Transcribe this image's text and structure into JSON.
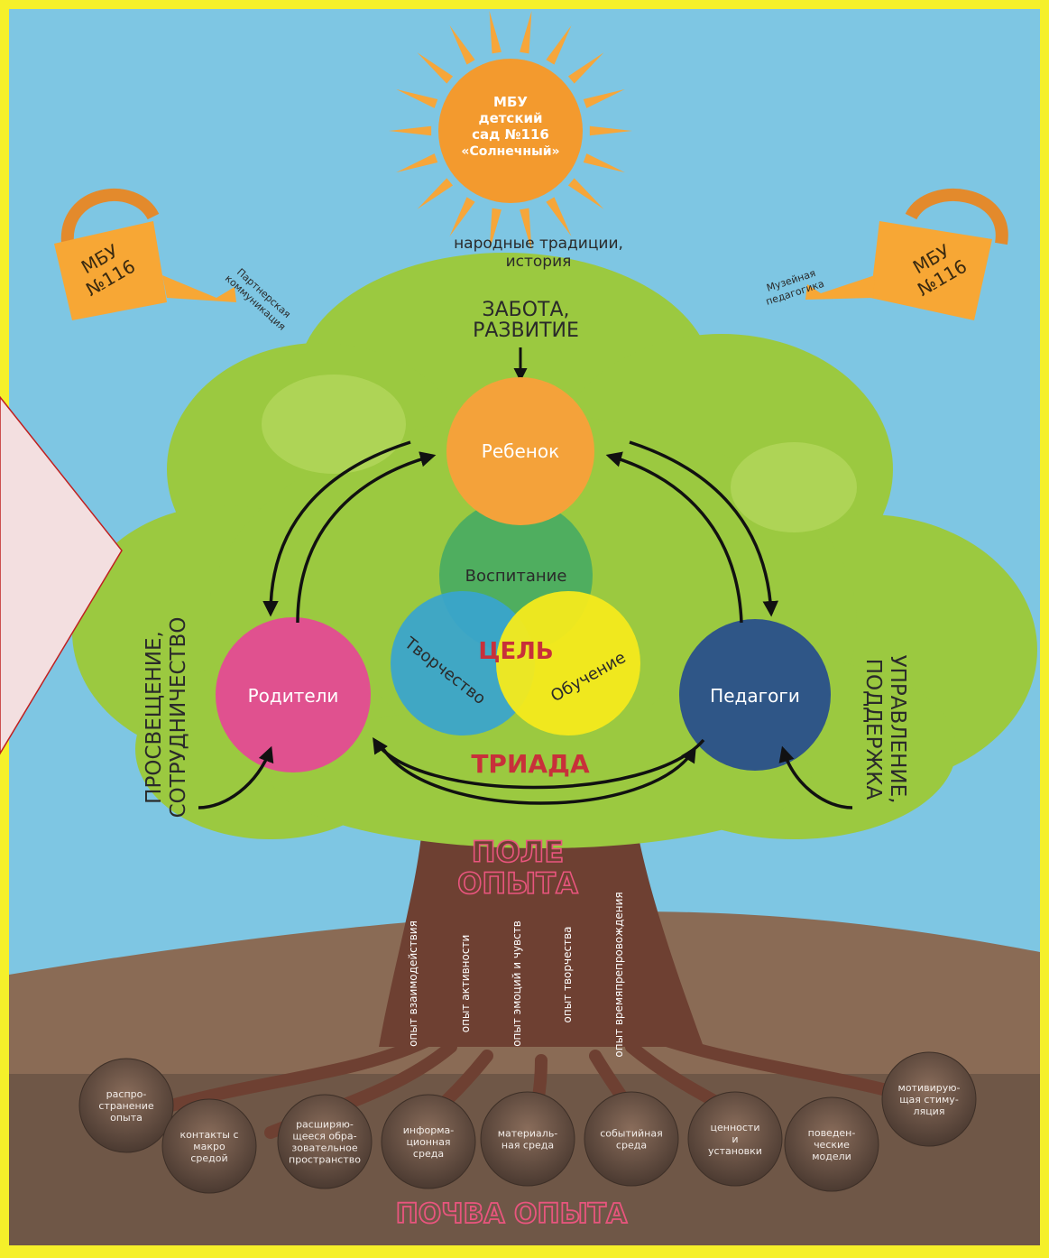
{
  "sun": {
    "lines": [
      "МБУ",
      "детский",
      "сад №116",
      "«Солнечный»"
    ],
    "caption_lines": [
      "народные традиции,",
      "история"
    ]
  },
  "can_left": {
    "label_lines": [
      "МБУ",
      "№116"
    ],
    "side_lines": [
      "Партнерская",
      "коммуникация"
    ]
  },
  "can_right": {
    "label_lines": [
      "МБУ",
      "№116"
    ],
    "side_lines": [
      "Музейная",
      "педагогика"
    ]
  },
  "top_label_lines": [
    "ЗАБОТА,",
    "РАЗВИТИЕ"
  ],
  "nodes": {
    "child": "Ребенок",
    "parents": "Родители",
    "teachers": "Педагоги"
  },
  "venn": {
    "upbringing": "Воспитание",
    "creativity": "Творчество",
    "learning": "Обучение",
    "goal": "ЦЕЛЬ"
  },
  "triad": "ТРИАДА",
  "left_side_lines": [
    "ПРОСВЕЩЕНИЕ,",
    "СОТРУДНИЧЕСТВО"
  ],
  "right_side_lines": [
    "УПРАВЛЕНИЕ,",
    "ПОДДЕРЖКА"
  ],
  "field_lines": [
    "ПОЛЕ",
    "ОПЫТА"
  ],
  "trunk_items": [
    "опыт взаимодействия",
    "опыт активности",
    "опыт эмоций и чувств",
    "опыт творчества",
    "опыт времяпрепровождения"
  ],
  "soil_items": [
    [
      "распро-",
      "странение",
      "опыта"
    ],
    [
      "контакты с",
      "макро",
      "средой"
    ],
    [
      "расширяю-",
      "щееся обра-",
      "зовательное",
      "пространство"
    ],
    [
      "информа-",
      "ционная",
      "среда"
    ],
    [
      "материаль-",
      "ная среда"
    ],
    [
      "событийная",
      "среда"
    ],
    [
      "ценности",
      "и",
      "установки"
    ],
    [
      "поведен-",
      "ческие",
      "модели"
    ],
    [
      "мотивирую-",
      "щая стиму-",
      "ляция"
    ]
  ],
  "soil_label": "ПОЧВА ОПЫТА",
  "colors": {
    "frame": "#f5f02a",
    "sky": "#7ec6e3",
    "sun": "#f39a2e",
    "crown": "#9bc940",
    "crown_light": "#b6d960",
    "hill": "#8a6b55",
    "soil": "#6f5747",
    "trunk": "#6e4032",
    "child": "#f4a23a",
    "parents": "#e0518f",
    "teachers": "#2f5687",
    "venn_green": "#4fae5f",
    "venn_blue": "#38a4cf",
    "venn_yellow": "#f4ea1c",
    "accent_red": "#c8303a",
    "pink": "#e9557e",
    "pointer_fill": "#f3dfe0",
    "pointer_stroke": "#c02020"
  }
}
